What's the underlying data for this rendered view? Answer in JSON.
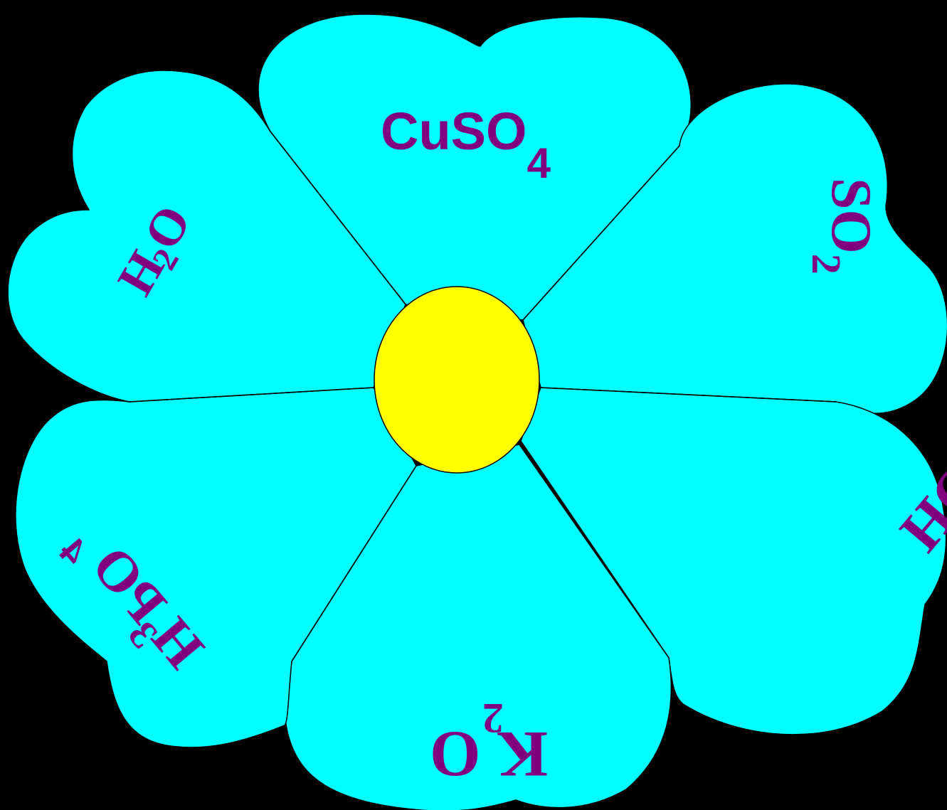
{
  "colors": {
    "background": "#000000",
    "petal": "#00FFFF",
    "center": "#FFFF00",
    "label": "#800080"
  },
  "petals": [
    {
      "id": "top",
      "formula": "CuSO",
      "subscript": "4"
    },
    {
      "id": "top-right",
      "formula": "SO",
      "subscript": "2"
    },
    {
      "id": "bottom-right",
      "formula": "HCl",
      "subscript": ""
    },
    {
      "id": "bottom",
      "formula": "K O",
      "subscript": "2"
    },
    {
      "id": "bottom-left",
      "formula": "H PO",
      "subscript_1": "3",
      "subscript_2": "4"
    },
    {
      "id": "top-left",
      "formula": "H O",
      "subscript": "2"
    }
  ]
}
